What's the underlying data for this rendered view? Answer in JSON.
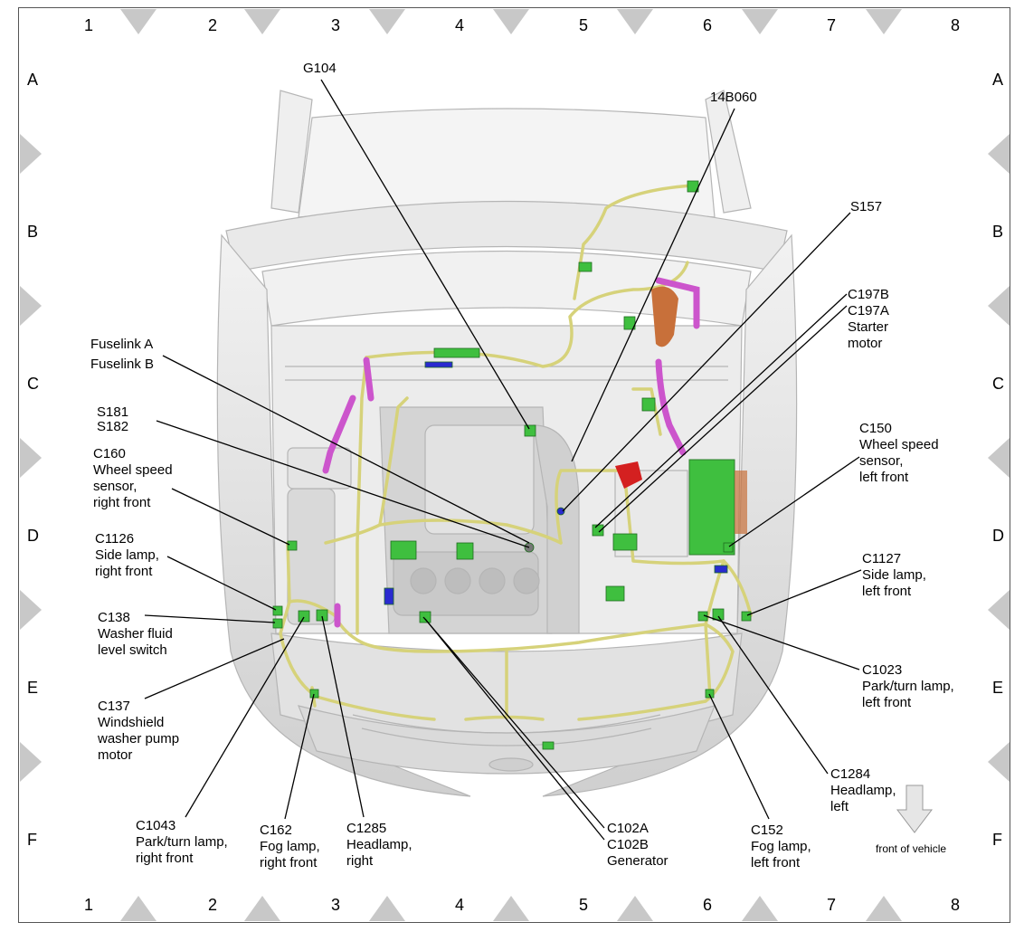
{
  "grid": {
    "columns": [
      "1",
      "2",
      "3",
      "4",
      "5",
      "6",
      "7",
      "8"
    ],
    "rows": [
      "A",
      "B",
      "C",
      "D",
      "E",
      "F"
    ]
  },
  "labels": {
    "g104": "G104",
    "c14b060": "14B060",
    "s157": "S157",
    "c197b": "C197B",
    "c197a": "C197A",
    "starter": [
      "Starter",
      "motor"
    ],
    "fuselink_a": "Fuselink A",
    "fuselink_b": "Fuselink B",
    "s181": "S181",
    "s182": "S182",
    "c160": [
      "C160",
      "Wheel speed",
      "sensor,",
      "right front"
    ],
    "c150": [
      "C150",
      "Wheel speed",
      "sensor,",
      "left front"
    ],
    "c1126": [
      "C1126",
      "Side lamp,",
      "right front"
    ],
    "c1127": [
      "C1127",
      "Side lamp,",
      "left front"
    ],
    "c138": [
      "C138",
      "Washer fluid",
      "level switch"
    ],
    "c1023": [
      "C1023",
      "Park/turn lamp,",
      "left front"
    ],
    "c137": [
      "C137",
      "Windshield",
      "washer pump",
      "motor"
    ],
    "c1284": [
      "C1284",
      "Headlamp,",
      "left"
    ],
    "c1043": [
      "C1043",
      "Park/turn lamp,",
      "right front"
    ],
    "c162": [
      "C162",
      "Fog lamp,",
      "right front"
    ],
    "c1285": [
      "C1285",
      "Headlamp,",
      "right"
    ],
    "c102a": "C102A",
    "c102b": "C102B",
    "generator": "Generator",
    "c152": [
      "C152",
      "Fog lamp,",
      "left front"
    ],
    "front": "front of vehicle"
  },
  "colors": {
    "wire": "#d6d27a",
    "connector_green": "#3fbf3f",
    "connector_blue": "#2a2ad0",
    "conduit_magenta": "#cc55cc",
    "body_gray": "#d8d8d8",
    "red": "#d42020",
    "orange": "#c8703a"
  }
}
